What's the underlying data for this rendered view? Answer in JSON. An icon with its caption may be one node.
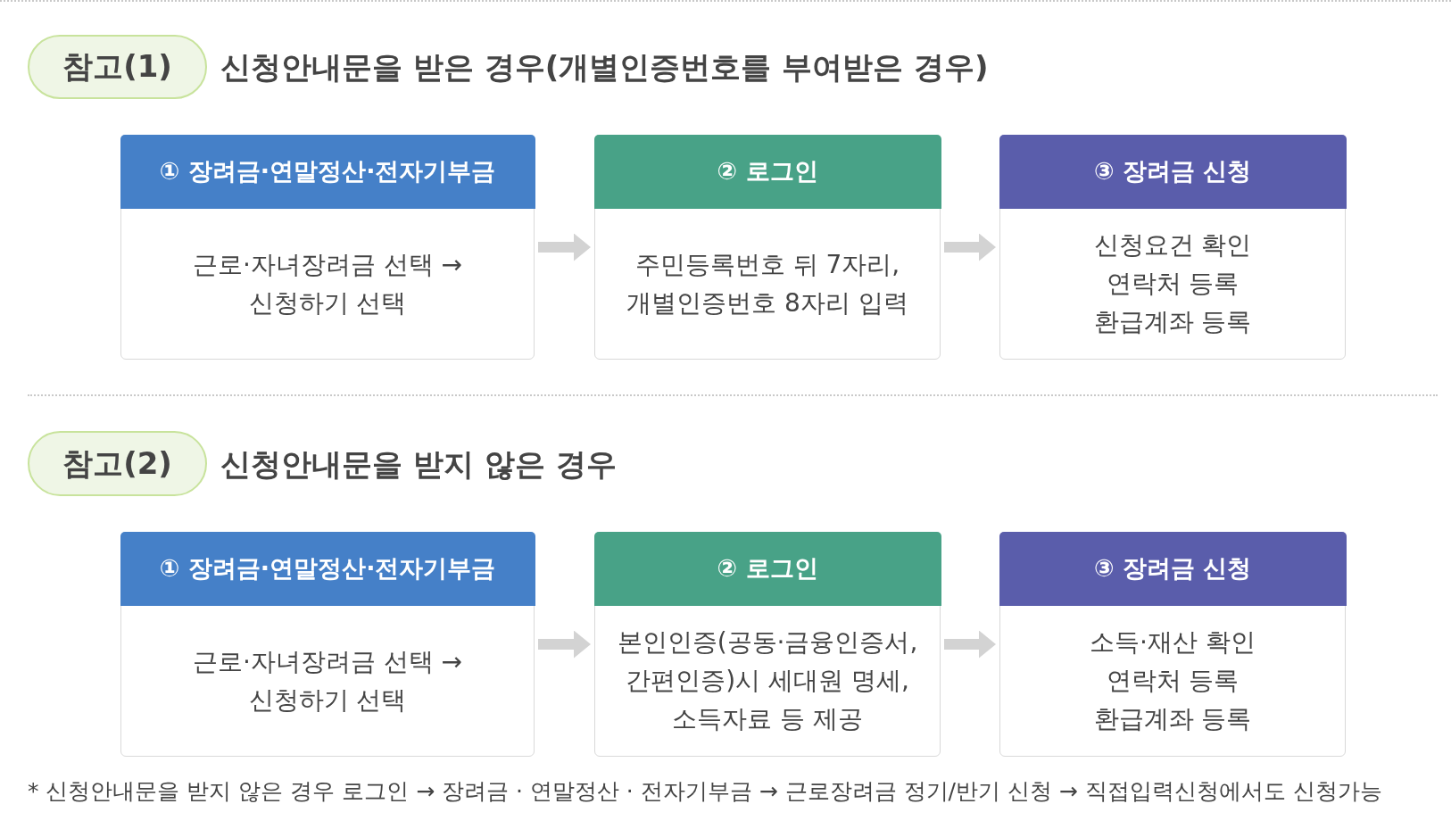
{
  "diagram": {
    "nodes": [
      {
        "text": [
          "참고(1)"
        ],
        "beside": [
          "신청안내문을 받은 경우(개별인증번호를 부여받은 경우)"
        ]
      },
      {
        "text": [
          "① 장려금·연말정산·전자기부금",
          "근로·자녀장려금 선택 → 신청하기 선택"
        ]
      },
      {
        "text": [
          "② 로그인",
          "주민등록번호 뒤 7자리, 개별인증번호 8자리 입력"
        ]
      },
      {
        "text": [
          "③ 장려금 신청",
          "신청요건 확인",
          "연락처 등록",
          "환급계좌 등록"
        ]
      },
      {
        "text": [
          "참고(2)"
        ],
        "beside": [
          "신청안내문을 받지 않은 경우"
        ]
      },
      {
        "text": [
          "① 장려금·연말정산·전자기부금",
          "근로·자녀장려금 선택 → 신청하기 선택"
        ]
      },
      {
        "text": [
          "② 로그인",
          "본인인증(공동·금융인증서, 간편인증)시 세대원 명세, 소득자료 등 제공"
        ]
      },
      {
        "text": [
          "③ 장려금 신청",
          "소득·재산 확인",
          "연락처 등록",
          "환급계좌 등록"
        ]
      }
    ],
    "edges": [
      {
        "from": 1,
        "to": 2,
        "arrow": "to"
      },
      {
        "from": 2,
        "to": 3,
        "arrow": "to"
      },
      {
        "from": 5,
        "to": 6,
        "arrow": "to"
      },
      {
        "from": 6,
        "to": 7,
        "arrow": "to"
      }
    ],
    "labels": [
      "* 신청안내문을 받지 않은 경우 로그인 → 장려금 · 연말정산 · 전자기부금 → 근로장려금 정기/반기 신청 → 직접입력신청에서도 신청가능"
    ]
  }
}
